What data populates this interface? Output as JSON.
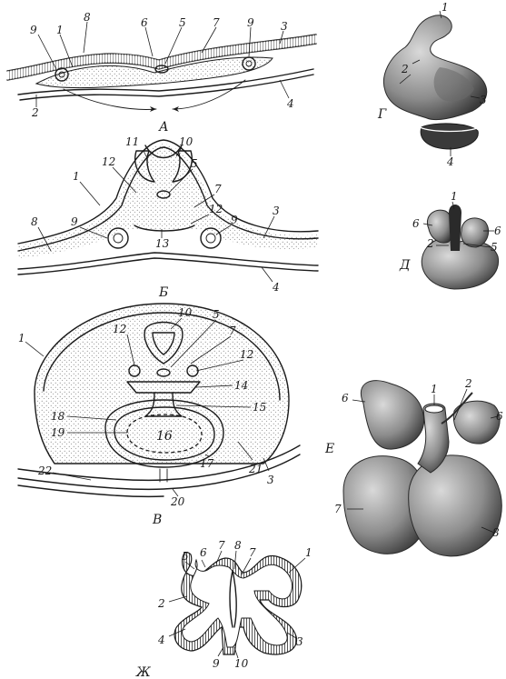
{
  "panels": {
    "A": {
      "caption": "А",
      "labels": [
        "9",
        "1",
        "8",
        "6",
        "5",
        "7",
        "9",
        "3",
        "2",
        "4"
      ]
    },
    "B": {
      "caption": "Б",
      "labels": [
        "11",
        "10",
        "12",
        "5",
        "1",
        "7",
        "12",
        "9",
        "8",
        "9",
        "3",
        "13",
        "4"
      ]
    },
    "V": {
      "caption": "В",
      "labels": [
        "10",
        "5",
        "12",
        "7",
        "12",
        "1",
        "14",
        "15",
        "16",
        "18",
        "19",
        "22",
        "17",
        "21",
        "3",
        "20"
      ]
    },
    "G": {
      "caption": "Г",
      "labels": [
        "1",
        "2",
        "3",
        "4"
      ]
    },
    "D": {
      "caption": "Д",
      "labels": [
        "1",
        "6",
        "6",
        "2",
        "5"
      ]
    },
    "E": {
      "caption": "Е",
      "labels": [
        "1",
        "2",
        "6",
        "6",
        "7",
        "8"
      ]
    },
    "Zh": {
      "caption": "Ж",
      "labels": [
        "5",
        "6",
        "7",
        "8",
        "7",
        "1",
        "2",
        "4",
        "9",
        "10",
        "3"
      ]
    }
  },
  "colors": {
    "ink": "#1b1b1b",
    "paper": "#ffffff",
    "stipple": "#9a9a9a",
    "dark_shade": "#4a4a4a"
  }
}
